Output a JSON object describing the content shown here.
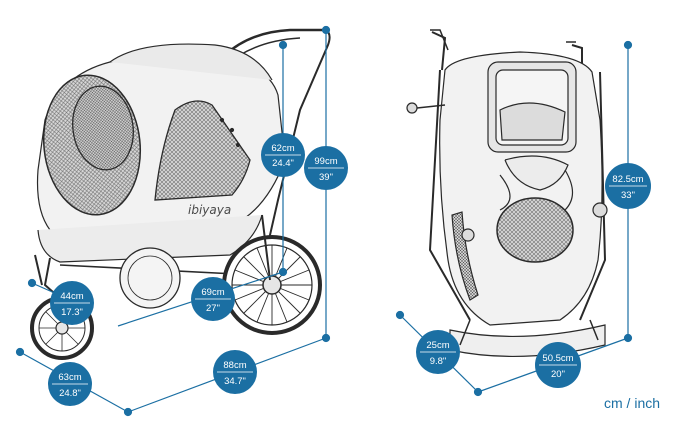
{
  "brand": "ibiyaya",
  "unit_note": "cm / inch",
  "colors": {
    "accent": "#1b6fa3",
    "line": "#2a2a2a",
    "mesh": "#8a8a8a"
  },
  "dimensions": {
    "stroller_height": {
      "cm": "99cm",
      "inch": "39\""
    },
    "handle_depth": {
      "cm": "62cm",
      "inch": "24.4\""
    },
    "front_wheel_height": {
      "cm": "44cm",
      "inch": "17.3\""
    },
    "rear_wheel_diameter": {
      "cm": "69cm",
      "inch": "27\""
    },
    "width": {
      "cm": "63cm",
      "inch": "24.8\""
    },
    "length": {
      "cm": "88cm",
      "inch": "34.7\""
    },
    "folded_height": {
      "cm": "82.5cm",
      "inch": "33\""
    },
    "folded_depth": {
      "cm": "25cm",
      "inch": "9.8\""
    },
    "folded_width": {
      "cm": "50.5cm",
      "inch": "20\""
    }
  }
}
